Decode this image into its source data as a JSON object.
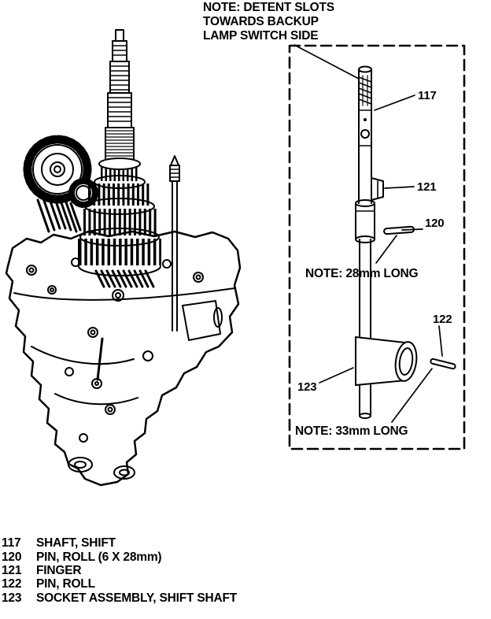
{
  "figure": {
    "colors": {
      "ink": "#000000",
      "paper": "#ffffff"
    },
    "top_note": {
      "line1": "NOTE: DETENT SLOTS",
      "line2": "TOWARDS BACKUP",
      "line3": "LAMP SWITCH SIDE"
    },
    "detail": {
      "callout_117": "117",
      "callout_120": "120",
      "callout_121": "121",
      "callout_122": "122",
      "callout_123": "123",
      "note_pin_120": "NOTE: 28mm LONG",
      "note_pin_122": "NOTE: 33mm LONG"
    },
    "legend": {
      "items": [
        {
          "id": "117",
          "label": "SHAFT, SHIFT"
        },
        {
          "id": "120",
          "label": "PIN, ROLL (6 X 28mm)"
        },
        {
          "id": "121",
          "label": "FINGER"
        },
        {
          "id": "122",
          "label": "PIN, ROLL"
        },
        {
          "id": "123",
          "label": "SOCKET ASSEMBLY, SHIFT SHAFT"
        }
      ]
    }
  }
}
